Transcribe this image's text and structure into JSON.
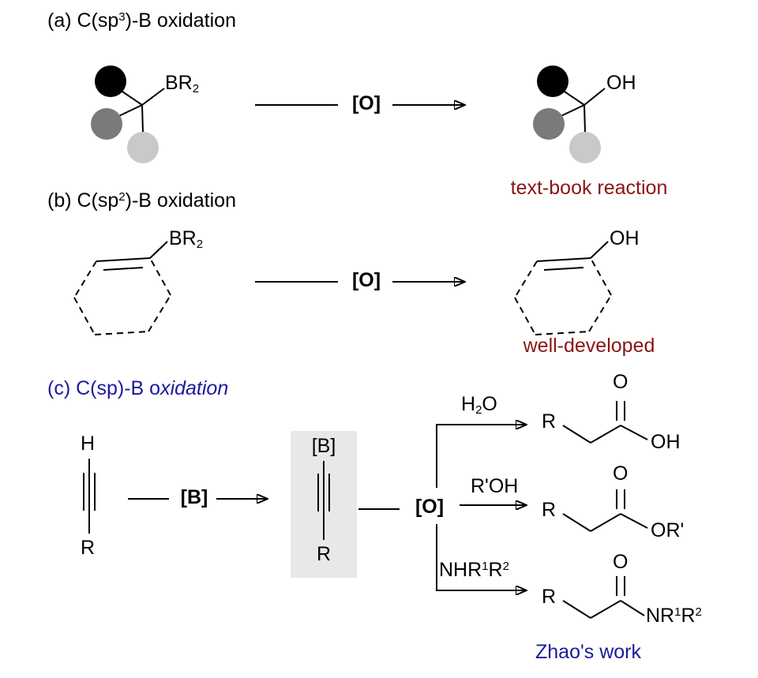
{
  "figure": {
    "background": "#ffffff",
    "colors": {
      "caption_red": "#8b1414",
      "caption_blue": "#1a1a9e",
      "bond_black": "#000000",
      "circle_black": "#000000",
      "circle_dark_gray": "#7a7a7a",
      "circle_light_gray": "#c9c9c9",
      "highlight_box": "#e8e8e8"
    },
    "section_a": {
      "title_pre": "(a) C(sp",
      "title_sup": "3",
      "title_post": ")-B oxidation",
      "reactant_group_base": "BR",
      "reactant_group_sub": "2",
      "reagent": "[O]",
      "product_group": "OH",
      "caption": "text-book reaction"
    },
    "section_b": {
      "title_pre": "(b) C(sp",
      "title_sup": "2",
      "title_post": ")-B oxidation",
      "reactant_group_base": "BR",
      "reactant_group_sub": "2",
      "reagent": "[O]",
      "product_group": "OH",
      "caption": "well-developed"
    },
    "section_c": {
      "title_pre": "(c) C(sp)-B o",
      "title_italic": "xidation",
      "alkyne_h": "H",
      "alkyne_r": "R",
      "reagent_boration": "[B]",
      "intermediate_b": "[B]",
      "intermediate_r": "R",
      "reagent_oxidation": "[O]",
      "branch_water_pre": "H",
      "branch_water_sub": "2",
      "branch_water_post": "O",
      "branch_alcohol": "R'OH",
      "branch_amine_pre": "NHR",
      "branch_amine_sup1": "1",
      "branch_amine_mid": "R",
      "branch_amine_sup2": "2",
      "product_acid_r": "R",
      "product_acid_o": "O",
      "product_acid_end": "OH",
      "product_ester_r": "R",
      "product_ester_o": "O",
      "product_ester_end": "OR'",
      "product_amide_r": "R",
      "product_amide_o": "O",
      "product_amide_end_pre": "NR",
      "product_amide_end_sup1": "1",
      "product_amide_end_mid": "R",
      "product_amide_end_sup2": "2",
      "caption": "Zhao's work"
    }
  }
}
